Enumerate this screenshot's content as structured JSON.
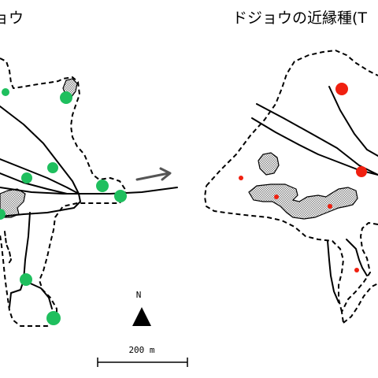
{
  "titles": {
    "left": "ョウ",
    "right": "ドジョウの近縁種(T"
  },
  "north_arrow": {
    "label": "N"
  },
  "scale_bar": {
    "label": "200 m"
  },
  "colors": {
    "left_markers": "#1fbf5e",
    "right_markers": "#f02010",
    "pond_fill": "#c8c8c8",
    "line": "#000000",
    "arrow": "#555555"
  },
  "icons": {
    "arrow_between_maps": "right-arrow-icon",
    "north_arrow": "north-arrow-icon"
  }
}
